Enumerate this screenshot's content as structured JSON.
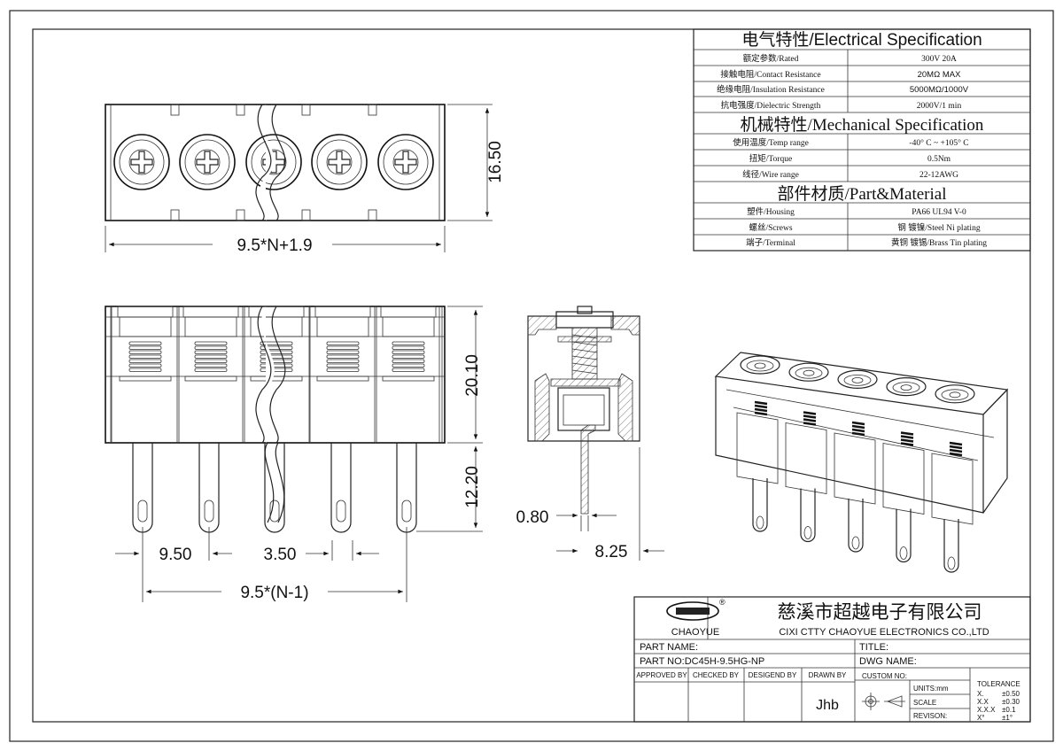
{
  "spec_table": {
    "electrical_header": "电气特性/Electrical Specification",
    "electrical_rows": [
      {
        "label": "额定参数/Rated",
        "value": "300V  20A"
      },
      {
        "label": "接触电阻/Contact Resistance",
        "value": "20MΩ MAX"
      },
      {
        "label": "绝缘电阻/Insulation Resistance",
        "value": "5000MΩ/1000V"
      },
      {
        "label": "抗电强度/Dielectric Strength",
        "value": "2000V/1 min"
      }
    ],
    "mechanical_header": "机械特性/Mechanical Specification",
    "mechanical_rows": [
      {
        "label": "使用温度/Temp range",
        "value": "-40° C ~ +105° C"
      },
      {
        "label": "扭矩/Torque",
        "value": "0.5Nm"
      },
      {
        "label": "线径/Wire range",
        "value": "22-12AWG"
      }
    ],
    "material_header": "部件材质/Part&Material",
    "material_rows": [
      {
        "label": "塑件/Housing",
        "value": "PA66 UL94 V-0"
      },
      {
        "label": "螺丝/Screws",
        "value": "钢 镀镍/Steel Ni plating"
      },
      {
        "label": "端子/Terminal",
        "value": "黄铜 镀锡/Brass Tin  plating"
      }
    ]
  },
  "dimensions": {
    "top_height": "16.50",
    "top_length": "9.5*N+1.9",
    "front_body_height": "20.10",
    "front_pin_length": "12.20",
    "pitch": "9.50",
    "pin_gap": "3.50",
    "span": "9.5*(N-1)",
    "pin_thickness": "0.80",
    "side_depth": "8.25"
  },
  "title_block": {
    "logo_text": "CHAOYUE",
    "registered_mark": "®",
    "company_cn": "慈溪市超越电子有限公司",
    "company_en": "CIXI CTTY CHAOYUE ELECTRONICS CO.,LTD",
    "part_name_label": "PART NAME:",
    "title_label": "TITLE:",
    "part_no_label": "PART NO:DC45H-9.5HG-NP",
    "dwg_name_label": "DWG NAME:",
    "approved_by": "APPROVED BY",
    "checked_by": "CHECKED BY",
    "designed_by": "DESIGEND BY",
    "drawn_by": "DRAWN BY",
    "drawn_by_value": "Jhb",
    "custom_no": "CUSTOM NO:",
    "units": "UNITS:mm",
    "scale": "SCALE",
    "revision": "REVISON:",
    "tolerance_header": "TOLERANCE",
    "tolerances": [
      {
        "k": "X.",
        "v": "±0.50"
      },
      {
        "k": "X.X",
        "v": "±0.30"
      },
      {
        "k": "X.X.X",
        "v": "±0.1"
      },
      {
        "k": "X°",
        "v": "±1°"
      }
    ]
  }
}
